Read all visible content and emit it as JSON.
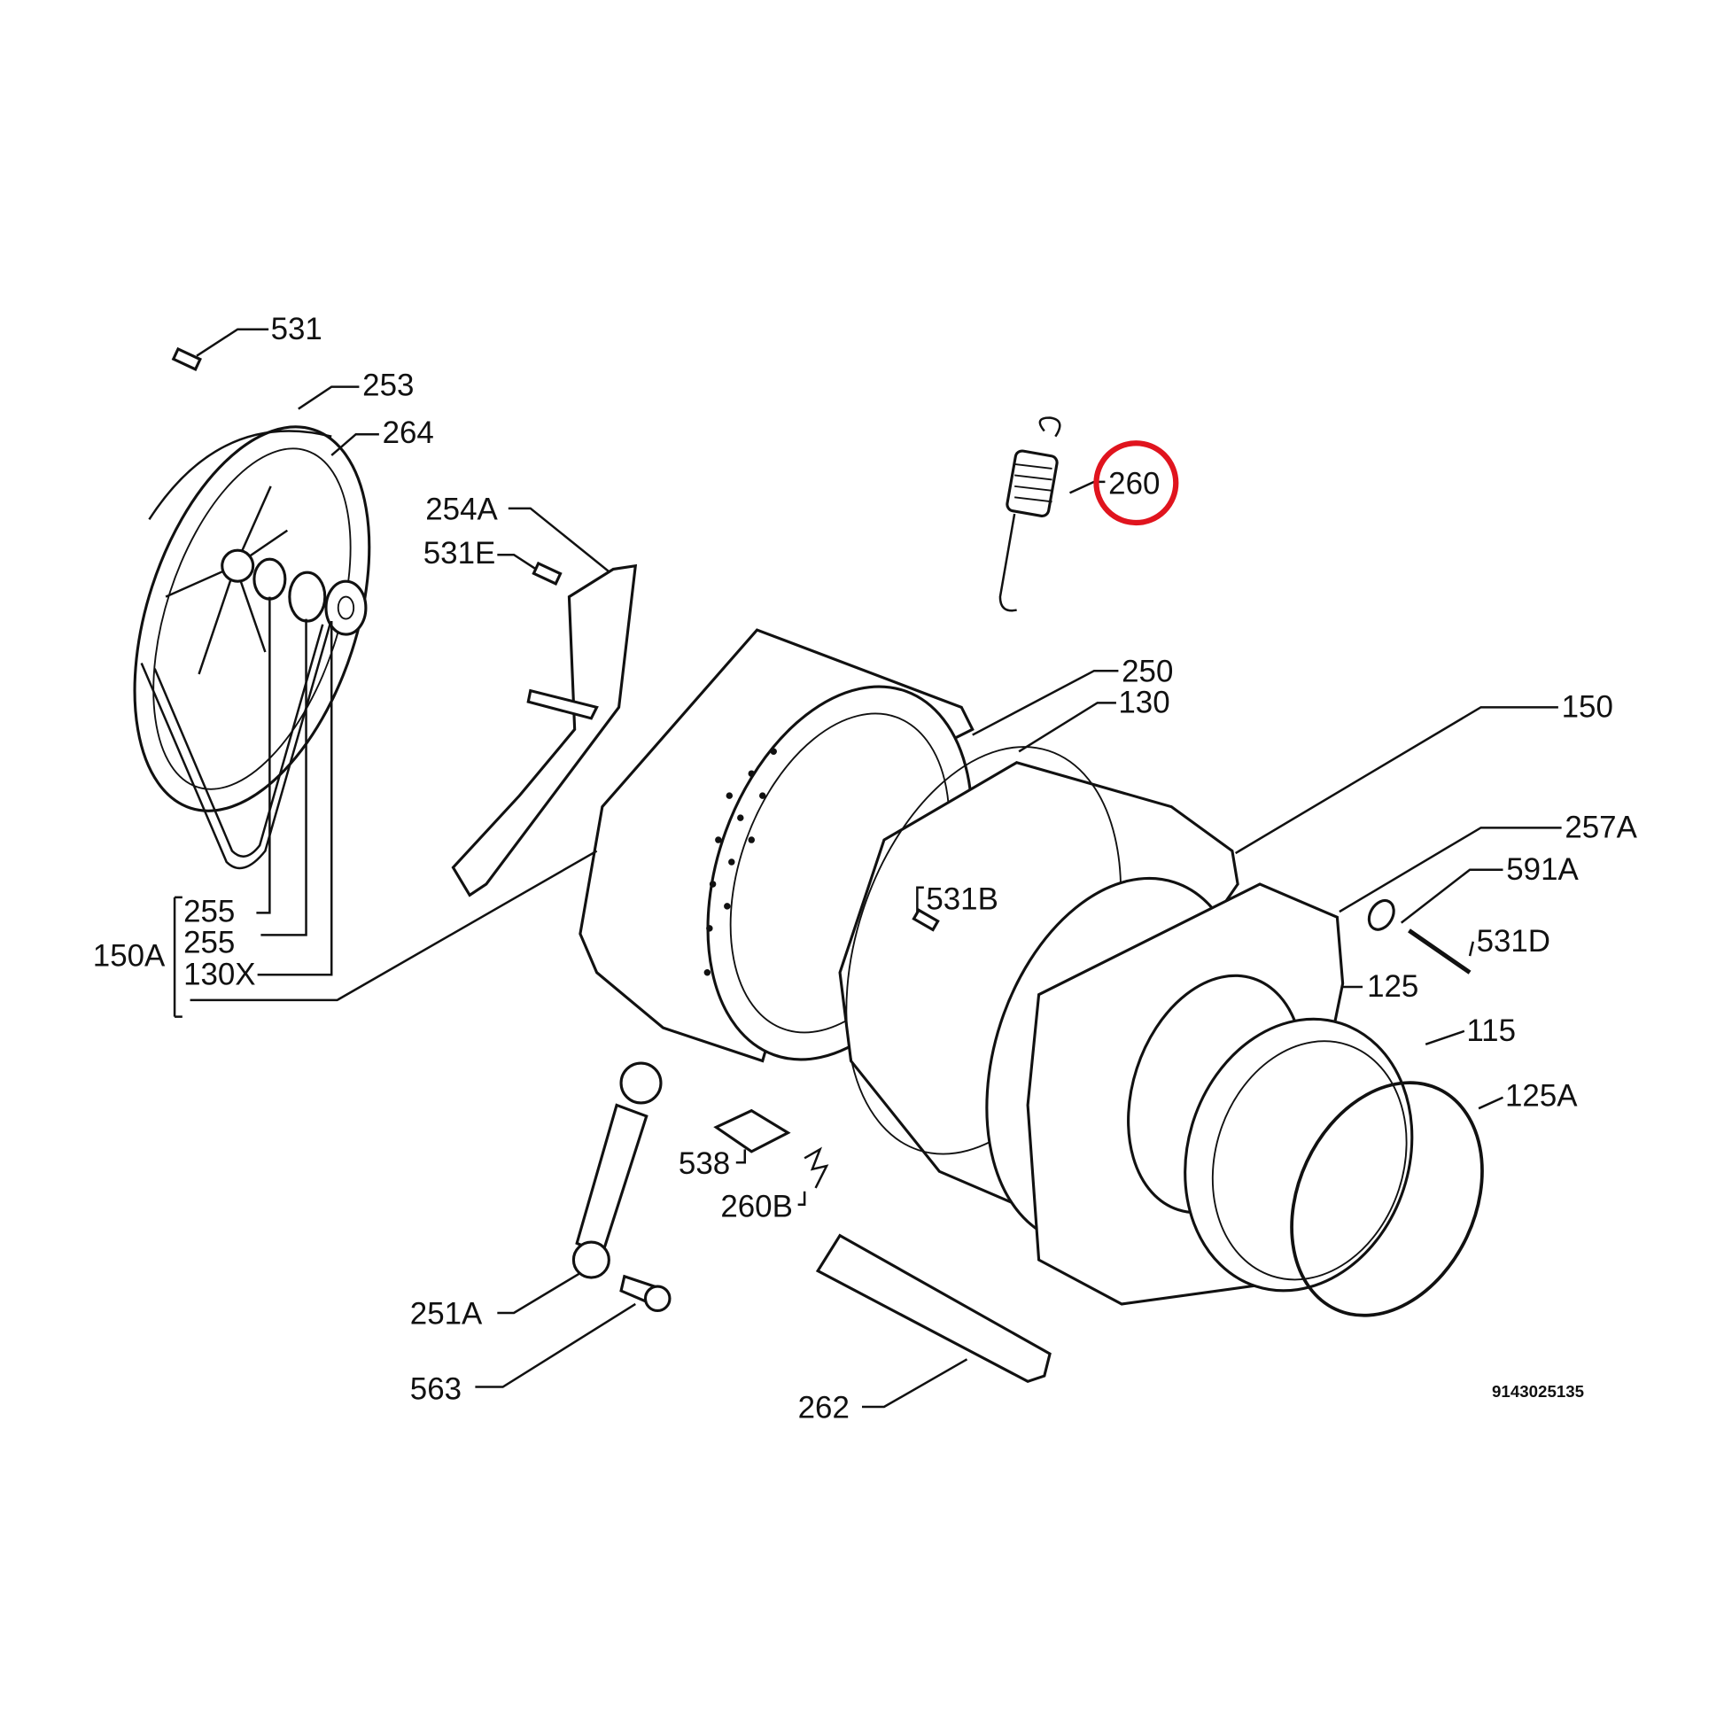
{
  "diagram": {
    "highlight_color": "#e0141e",
    "drawing_code": "9143025135",
    "labels": {
      "p531": "531",
      "p253": "253",
      "p264": "264",
      "p254A": "254A",
      "p531E": "531E",
      "p255a": "255",
      "p255b": "255",
      "p130X": "130X",
      "p150A": "150A",
      "p260": "260",
      "p250": "250",
      "p130": "130",
      "p150": "150",
      "p257A": "257A",
      "p591A": "591A",
      "p531D": "531D",
      "p531B": "531B",
      "p125": "125",
      "p115": "115",
      "p125A": "125A",
      "p538": "538",
      "p260B": "260B",
      "p251A": "251A",
      "p563": "563",
      "p262": "262"
    }
  }
}
